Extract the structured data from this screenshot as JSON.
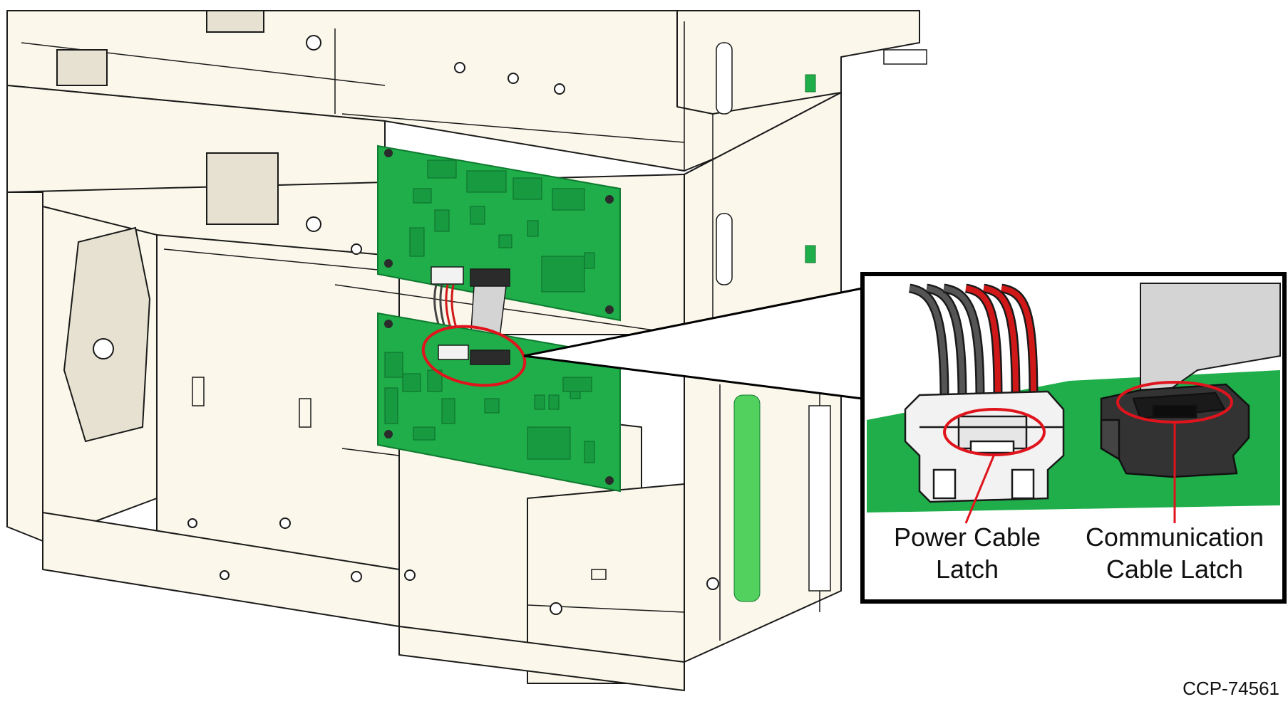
{
  "figure": {
    "callouts": {
      "power_latch_line1": "Power Cable",
      "power_latch_line2": "Latch",
      "comm_latch_line1": "Communication",
      "comm_latch_line2": "Cable Latch"
    },
    "document_id": "CCP-74561"
  },
  "colors": {
    "chassis": "#fbf7ea",
    "outline": "#1a1a1a",
    "pcb": "#1fae4a",
    "pcb_dark": "#0f7a30",
    "highlight": "#e0141c",
    "connector_white": "#f2f2f2",
    "connector_black": "#2b2b2b",
    "ribbon": "#d4d4d4"
  }
}
